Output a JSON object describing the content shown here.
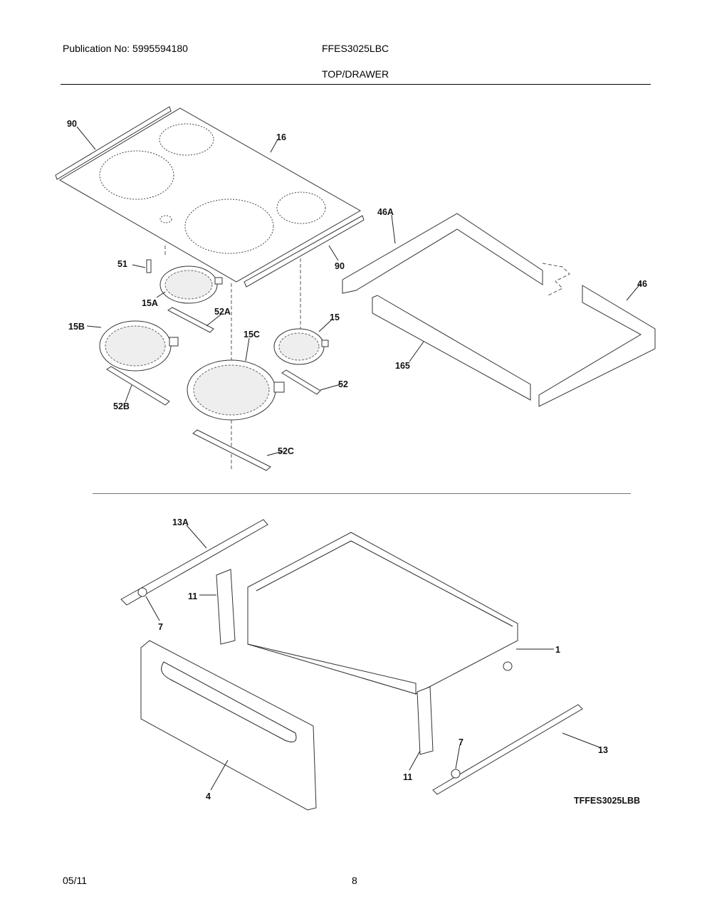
{
  "header": {
    "publication": "Publication No: 5995594180",
    "model": "FFES3025LBC",
    "section_title": "TOP/DRAWER"
  },
  "top_diagram": {
    "callouts": [
      "90",
      "16",
      "51",
      "90",
      "46A",
      "15A",
      "52A",
      "15B",
      "15",
      "15C",
      "46",
      "165",
      "52",
      "52B",
      "52C"
    ]
  },
  "bottom_diagram": {
    "callouts": [
      "13A",
      "11",
      "7",
      "1",
      "13",
      "7",
      "11",
      "4"
    ],
    "drawing_id": "TFFES3025LBB"
  },
  "footer": {
    "date": "05/11",
    "page": "8"
  }
}
